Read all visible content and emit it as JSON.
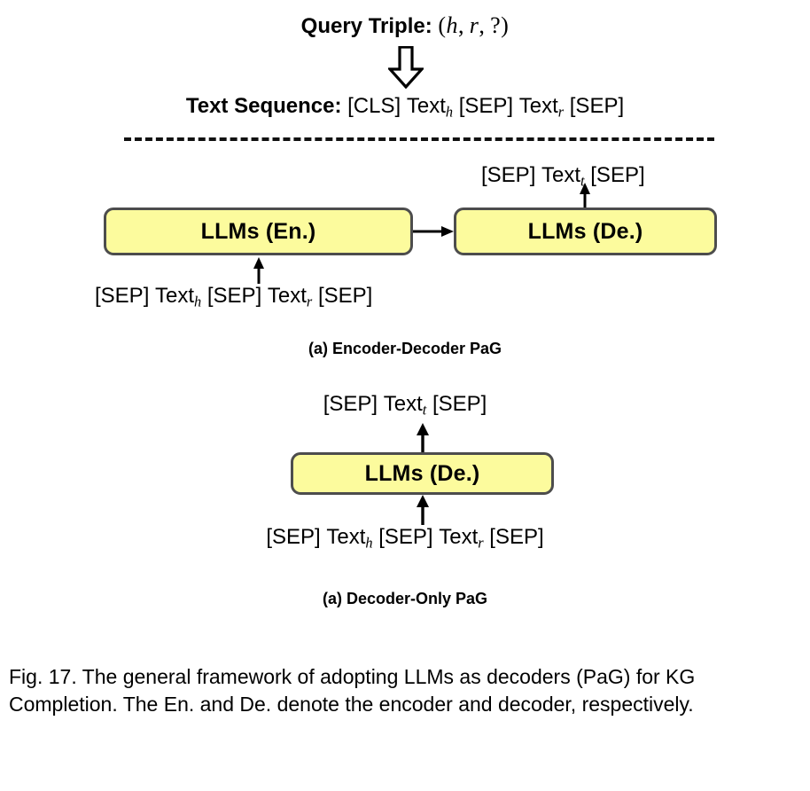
{
  "figure": {
    "top_flow": {
      "query_label": "Query Triple:",
      "query_expr_open": "(",
      "query_expr_h": "h",
      "query_expr_comma1": ",",
      "query_expr_r": "r",
      "query_expr_comma2": ",",
      "query_expr_q": "?",
      "query_expr_close": ")",
      "down_arrow_icon": "hollow-down-block-arrow",
      "text_sequence_label": "Text Sequence:",
      "text_sequence_tokens": "[CLS] Text_h [SEP] Text_r [SEP]",
      "seq_cls": "[CLS]",
      "seq_text_h_base": "Text",
      "seq_text_h_sub": "h",
      "seq_sep1": "[SEP]",
      "seq_text_r_base": "Text",
      "seq_text_r_sub": "r",
      "seq_sep2": "[SEP]"
    },
    "subfigure_a": {
      "caption": "(a) Encoder-Decoder PaG",
      "encoder_box_label": "LLMs (En.)",
      "decoder_box_label": "LLMs (De.)",
      "input_sequence": "[SEP] Text_h [SEP] Text_r [SEP]",
      "input_sep1": "[SEP]",
      "input_text_h_base": "Text",
      "input_text_h_sub": "h",
      "input_sep2": "[SEP]",
      "input_text_r_base": "Text",
      "input_text_r_sub": "r",
      "input_sep3": "[SEP]",
      "output_sequence": "[SEP] Text_t [SEP]",
      "output_sep1": "[SEP]",
      "output_text_t_base": "Text",
      "output_text_t_sub": "t",
      "output_sep2": "[SEP]"
    },
    "subfigure_b": {
      "caption": "(a) Decoder-Only PaG",
      "decoder_box_label": "LLMs (De.)",
      "input_sequence": "[SEP] Text_h [SEP] Text_r [SEP]",
      "input_sep1": "[SEP]",
      "input_text_h_base": "Text",
      "input_text_h_sub": "h",
      "input_sep2": "[SEP]",
      "input_text_r_base": "Text",
      "input_text_r_sub": "r",
      "input_sep3": "[SEP]",
      "output_sequence": "[SEP] Text_t [SEP]",
      "output_sep1": "[SEP]",
      "output_text_t_base": "Text",
      "output_text_t_sub": "t",
      "output_sep2": "[SEP]"
    },
    "caption": "Fig. 17. The general framework of adopting LLMs as decoders (PaG) for KG Completion. The En. and De. denote the encoder and decoder, respectively.",
    "colors": {
      "box_fill": "#fcfb9d",
      "box_border": "#4d4d4d",
      "stroke": "#000000",
      "background": "#ffffff"
    }
  }
}
